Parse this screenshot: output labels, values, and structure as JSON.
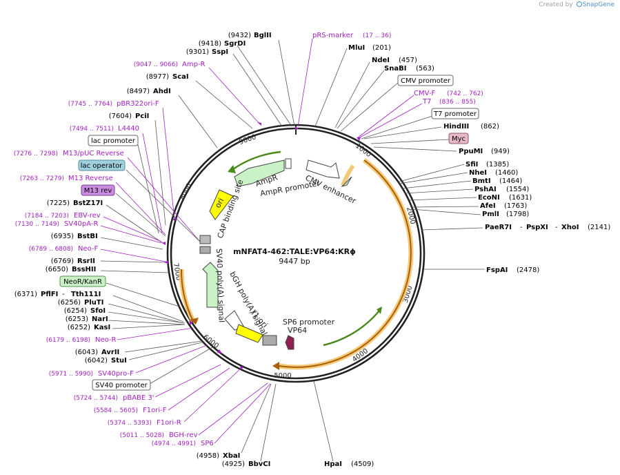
{
  "credit": {
    "prefix": "Created by",
    "brand": "SnapGene"
  },
  "plasmid": {
    "name": "mNFAT4-462:TALE:VP64:KRϕ",
    "size": "9447 bp",
    "total_bp": 9447
  },
  "ticks": [
    "1000",
    "2000",
    "3000",
    "4000",
    "5000",
    "6000",
    "7000",
    "8000",
    "9000"
  ],
  "colors": {
    "enzyme": "#000000",
    "primer": "#a020c0",
    "feature_arrow_orange": "#e8a33a",
    "feature_dark_orange": "#8a4a06",
    "feature_green": "#c9f2c6",
    "feature_yellow": "#ffff00",
    "feature_maroon": "#8b2252",
    "line": "#555555"
  },
  "features": [
    {
      "name": "AmpR",
      "label": "AmpR"
    },
    {
      "name": "ori",
      "label": "ori"
    },
    {
      "name": "AmpR promoter",
      "label": "AmpR promoter"
    },
    {
      "name": "CMV enhancer",
      "label": "CMV enhancer"
    },
    {
      "name": "CAP binding site",
      "label": "CAP binding site"
    },
    {
      "name": "SV40 poly(A) signal",
      "label": "SV40 poly(A) signal"
    },
    {
      "name": "bGH poly(A) signal",
      "label": "bGH poly(A) signal"
    },
    {
      "name": "f1 ori",
      "label": "f1 ori"
    },
    {
      "name": "SP6 promoter",
      "label": "SP6 promoter"
    },
    {
      "name": "VP64",
      "label": "VP64"
    }
  ],
  "labels": [
    {
      "kind": "enzyme",
      "text": "BglII",
      "pos": "(9432)"
    },
    {
      "kind": "enzyme",
      "text": "SgrDI",
      "pos": "(9418)"
    },
    {
      "kind": "enzyme",
      "text": "SspI",
      "pos": "(9301)"
    },
    {
      "kind": "primer",
      "text": "Amp-R",
      "pos": "(9047 .. 9066)"
    },
    {
      "kind": "enzyme",
      "text": "ScaI",
      "pos": "(8977)"
    },
    {
      "kind": "enzyme",
      "text": "AhdI",
      "pos": "(8497)"
    },
    {
      "kind": "primer",
      "text": "pBR322ori-F",
      "pos": "(7745 .. 7764)"
    },
    {
      "kind": "enzyme",
      "text": "PciI",
      "pos": "(7604)"
    },
    {
      "kind": "primer",
      "text": "L4440",
      "pos": "(7494 .. 7511)"
    },
    {
      "kind": "boxed",
      "text": "lac promoter"
    },
    {
      "kind": "primer",
      "text": "M13/pUC Reverse",
      "pos": "(7276 .. 7298)"
    },
    {
      "kind": "boxed-blue",
      "text": "lac operator"
    },
    {
      "kind": "primer",
      "text": "M13 Reverse",
      "pos": "(7263 .. 7279)"
    },
    {
      "kind": "boxed-purple",
      "text": "M13 rev"
    },
    {
      "kind": "enzyme",
      "text": "BstZ17I",
      "pos": "(7225)"
    },
    {
      "kind": "primer",
      "text": "EBV-rev",
      "pos": "(7184 .. 7203)"
    },
    {
      "kind": "primer",
      "text": "SV40pA-R",
      "pos": "(7130 .. 7149)"
    },
    {
      "kind": "enzyme",
      "text": "BstBI",
      "pos": "(6935)"
    },
    {
      "kind": "primer",
      "text": "Neo-F",
      "pos": "(6789 .. 6808)"
    },
    {
      "kind": "enzyme",
      "text": "RsrII",
      "pos": "(6769)"
    },
    {
      "kind": "enzyme",
      "text": "BssHII",
      "pos": "(6650)"
    },
    {
      "kind": "boxed-green",
      "text": "NeoR/KanR"
    },
    {
      "kind": "enzyme",
      "text": "PflFI",
      "pos": "(6371)"
    },
    {
      "kind": "enzyme",
      "text": "Tth111I"
    },
    {
      "kind": "enzyme",
      "text": "PluTI",
      "pos": "(6256)"
    },
    {
      "kind": "enzyme",
      "text": "SfoI",
      "pos": "(6254)"
    },
    {
      "kind": "enzyme",
      "text": "NarI",
      "pos": "(6253)"
    },
    {
      "kind": "enzyme",
      "text": "KasI",
      "pos": "(6252)"
    },
    {
      "kind": "primer",
      "text": "Neo-R",
      "pos": "(6179 .. 6198)"
    },
    {
      "kind": "enzyme",
      "text": "AvrII",
      "pos": "(6043)"
    },
    {
      "kind": "enzyme",
      "text": "StuI",
      "pos": "(6042)"
    },
    {
      "kind": "primer",
      "text": "SV40pro-F",
      "pos": "(5971 .. 5990)"
    },
    {
      "kind": "boxed",
      "text": "SV40 promoter"
    },
    {
      "kind": "primer",
      "text": "pBABE 3'",
      "pos": "(5724 .. 5744)"
    },
    {
      "kind": "primer",
      "text": "F1ori-F",
      "pos": "(5584 .. 5605)"
    },
    {
      "kind": "primer",
      "text": "F1ori-R",
      "pos": "(5374 .. 5393)"
    },
    {
      "kind": "primer",
      "text": "BGH-rev",
      "pos": "(5011 .. 5028)"
    },
    {
      "kind": "primer",
      "text": "SP6",
      "pos": "(4974 .. 4991)"
    },
    {
      "kind": "enzyme",
      "text": "XbaI",
      "pos": "(4958)"
    },
    {
      "kind": "enzyme",
      "text": "BbvCI",
      "pos": "(4925)"
    },
    {
      "kind": "enzyme",
      "text": "HpaI",
      "pos": "(4509)"
    },
    {
      "kind": "primer",
      "text": "pRS-marker",
      "pos": "(17 .. 36)"
    },
    {
      "kind": "enzyme",
      "text": "MluI",
      "pos": "(201)"
    },
    {
      "kind": "enzyme",
      "text": "NdeI",
      "pos": "(457)"
    },
    {
      "kind": "enzyme",
      "text": "SnaBI",
      "pos": "(563)"
    },
    {
      "kind": "boxed",
      "text": "CMV promoter"
    },
    {
      "kind": "primer",
      "text": "CMV-F",
      "pos": "(742 .. 762)"
    },
    {
      "kind": "primer",
      "text": "T7",
      "pos": "(836 .. 855)"
    },
    {
      "kind": "boxed",
      "text": "T7 promoter"
    },
    {
      "kind": "enzyme",
      "text": "HindIII",
      "pos": "(862)"
    },
    {
      "kind": "boxed-pink",
      "text": "Myc"
    },
    {
      "kind": "enzyme",
      "text": "PpuMI",
      "pos": "(949)"
    },
    {
      "kind": "enzyme",
      "text": "SfiI",
      "pos": "(1385)"
    },
    {
      "kind": "enzyme",
      "text": "NheI",
      "pos": "(1460)"
    },
    {
      "kind": "enzyme",
      "text": "BmtI",
      "pos": "(1464)"
    },
    {
      "kind": "enzyme",
      "text": "PshAI",
      "pos": "(1554)"
    },
    {
      "kind": "enzyme",
      "text": "EcoNI",
      "pos": "(1631)"
    },
    {
      "kind": "enzyme",
      "text": "AfeI",
      "pos": "(1763)"
    },
    {
      "kind": "enzyme",
      "text": "PmlI",
      "pos": "(1798)"
    },
    {
      "kind": "enzyme",
      "text": "PaeR7I"
    },
    {
      "kind": "enzyme",
      "text": "PspXI"
    },
    {
      "kind": "enzyme",
      "text": "XhoI",
      "pos": "(2141)"
    },
    {
      "kind": "enzyme",
      "text": "FspAI",
      "pos": "(2478)"
    }
  ]
}
